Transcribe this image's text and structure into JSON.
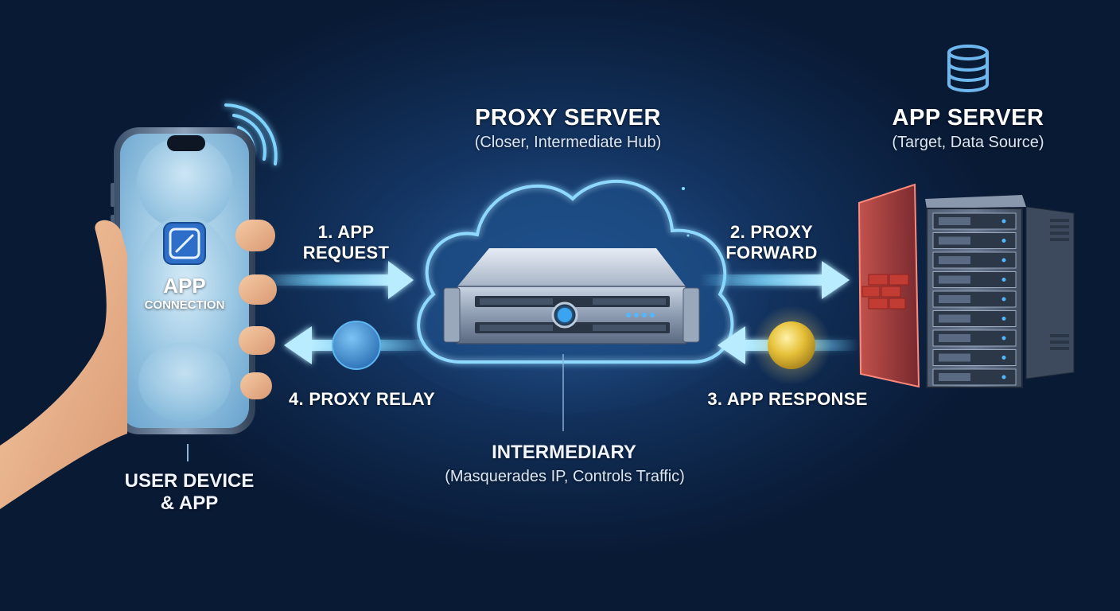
{
  "proxy_server": {
    "title": "PROXY SERVER",
    "subtitle": "(Closer, Intermediate Hub)"
  },
  "app_server": {
    "title": "APP SERVER",
    "subtitle": "(Target, Data Source)"
  },
  "phone_screen": {
    "title": "APP",
    "subtitle": "CONNECTION"
  },
  "user_device": {
    "line1": "USER DEVICE",
    "line2": "& APP"
  },
  "steps": {
    "app_request_line1": "1. APP",
    "app_request_line2": "REQUEST",
    "proxy_forward_line1": "2. PROXY",
    "proxy_forward_line2": "FORWARD",
    "app_response": "3. APP RESPONSE",
    "proxy_relay": "4. PROXY RELAY"
  },
  "intermediary": {
    "title": "INTERMEDIARY",
    "subtitle": "(Masquerades IP, Controls Traffic)"
  },
  "colors": {
    "background": "#0d2547",
    "arrow_glow": "#6fd0ff",
    "relay_packet": "#3a8fd6",
    "response_packet": "#e6c13a",
    "firewall": "#d9453a"
  },
  "icons": {
    "database": "database-icon",
    "wifi": "wifi-signal-icon",
    "app": "app-link-icon",
    "firewall": "firewall-icon"
  }
}
